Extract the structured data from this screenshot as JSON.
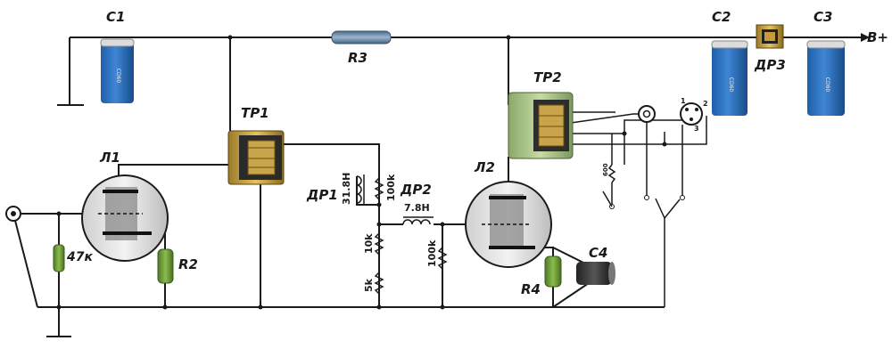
{
  "labels": {
    "c1": "С1",
    "c2": "С2",
    "c3": "С3",
    "c4": "С4",
    "r2": "R2",
    "r3": "R3",
    "r4": "R4",
    "tp1": "ТР1",
    "tp2": "ТР2",
    "dr1": "ДР1",
    "dr2": "ДР2",
    "dr3": "ДР3",
    "l1": "Л1",
    "l2": "Л2",
    "bplus": "В+",
    "r_47k": "47к",
    "dr1_ind": "31.8H",
    "r_100k_a": "100k",
    "dr2_ind": "7.8H",
    "r_100k_b": "100k",
    "r_10k": "10k",
    "r_5k": "5k",
    "r_600": "600",
    "xlr_pin1": "1",
    "xlr_pin2": "2",
    "xlr_pin3": "3"
  }
}
